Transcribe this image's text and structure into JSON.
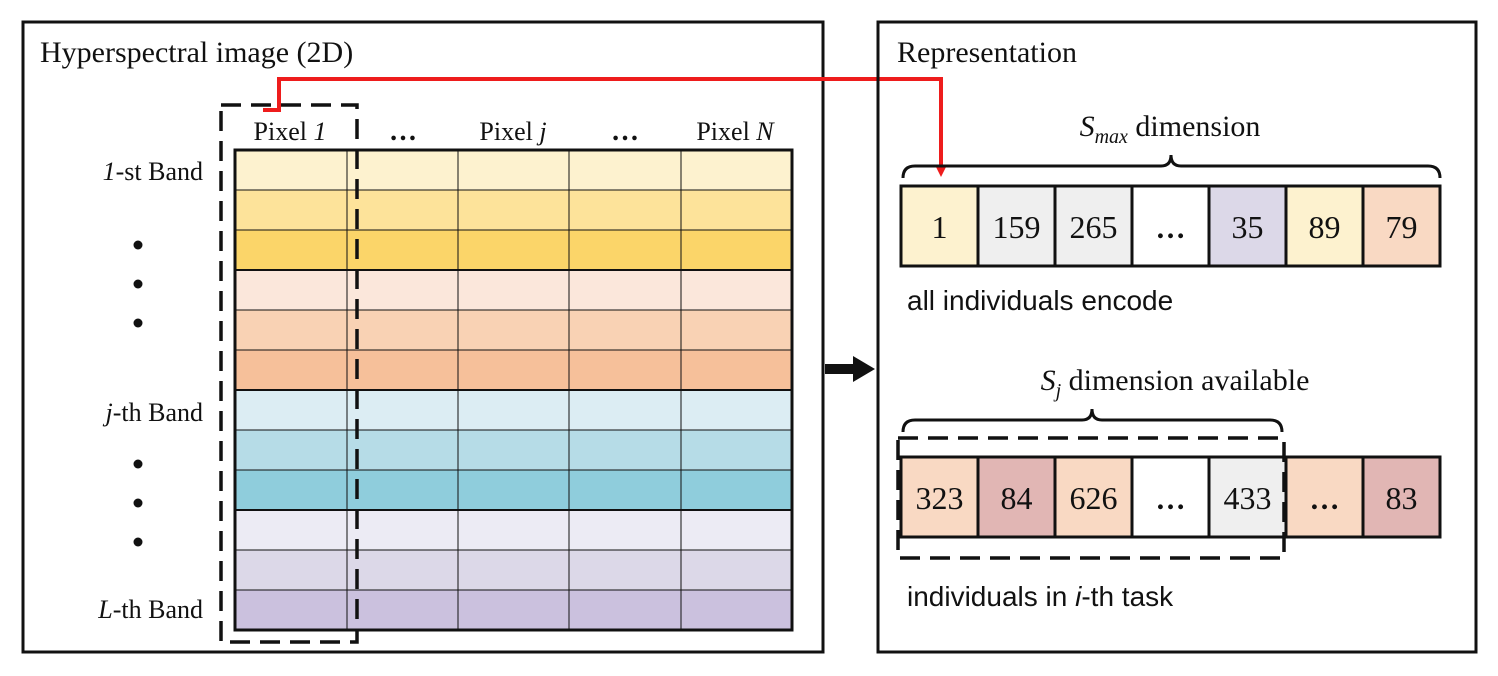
{
  "left_panel": {
    "title": "Hyperspectral image (2D)",
    "pixel_headers": [
      {
        "prefix": "Pixel ",
        "var": "1"
      },
      {
        "prefix": "",
        "var": "",
        "ellipsis": "…"
      },
      {
        "prefix": "Pixel ",
        "var": "j"
      },
      {
        "prefix": "",
        "var": "",
        "ellipsis": "…"
      },
      {
        "prefix": "Pixel ",
        "var": "N"
      }
    ],
    "band_labels": [
      {
        "var": "1",
        "suffix": "-st Band"
      },
      {
        "var": "j",
        "suffix": "-th Band"
      },
      {
        "var": "L",
        "suffix": "-th Band"
      }
    ],
    "band_colors": [
      "#fdf2cf",
      "#fde39a",
      "#fbd569",
      "#fbe7db",
      "#f9d2b4",
      "#f6c09a",
      "#dcedf3",
      "#b6dce7",
      "#8fcddc",
      "#ecebf4",
      "#dcd8e8",
      "#cbc1de"
    ]
  },
  "right_panel": {
    "title": "Representation",
    "top_brace_label": {
      "var": "S",
      "sub": "max",
      "suffix": " dimension"
    },
    "top_row": [
      {
        "value": "1",
        "color": "#fdf2cf"
      },
      {
        "value": "159",
        "color": "#efefef"
      },
      {
        "value": "265",
        "color": "#efefef"
      },
      {
        "value": "…",
        "color": "#ffffff"
      },
      {
        "value": "35",
        "color": "#dcd8e8"
      },
      {
        "value": "89",
        "color": "#fdf2cf"
      },
      {
        "value": "79",
        "color": "#f9d9c3"
      }
    ],
    "top_caption": "all individuals encode",
    "bottom_brace_label": {
      "var": "S",
      "sub": "j",
      "suffix": " dimension available"
    },
    "bottom_row": [
      {
        "value": "323",
        "color": "#f9d9c3"
      },
      {
        "value": "84",
        "color": "#e1b6b4"
      },
      {
        "value": "626",
        "color": "#f9d9c3"
      },
      {
        "value": "…",
        "color": "#ffffff"
      },
      {
        "value": "433",
        "color": "#efefef"
      },
      {
        "value": "…",
        "color": "#f9d9c3"
      },
      {
        "value": "83",
        "color": "#e1b6b4"
      }
    ],
    "bottom_caption_prefix": "individuals in ",
    "bottom_caption_var": "i",
    "bottom_caption_suffix": "-th task"
  },
  "colors": {
    "stroke": "#111111",
    "pointer_arrow": "#ee1c1c"
  }
}
